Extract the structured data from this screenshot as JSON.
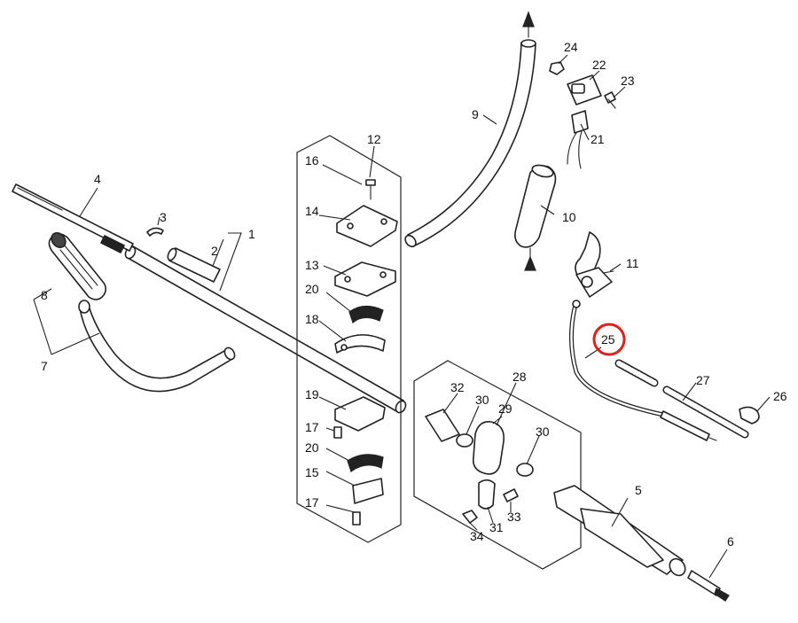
{
  "labels": {
    "l1": "1",
    "l2": "2",
    "l3": "3",
    "l4": "4",
    "l5": "5",
    "l6": "6",
    "l7": "7",
    "l8": "8",
    "l9": "9",
    "l10": "10",
    "l11": "11",
    "l12": "12",
    "l13": "13",
    "l14": "14",
    "l15": "15",
    "l16": "16",
    "l17a": "17",
    "l17b": "17",
    "l18": "18",
    "l19": "19",
    "l20a": "20",
    "l20b": "20",
    "l21": "21",
    "l22": "22",
    "l23": "23",
    "l24": "24",
    "l25": "25",
    "l26": "26",
    "l27": "27",
    "l28": "28",
    "l29": "29",
    "l30a": "30",
    "l30b": "30",
    "l31": "31",
    "l32": "32",
    "l33": "33",
    "l34": "34"
  },
  "highlight": {
    "color": "#e0201b"
  }
}
